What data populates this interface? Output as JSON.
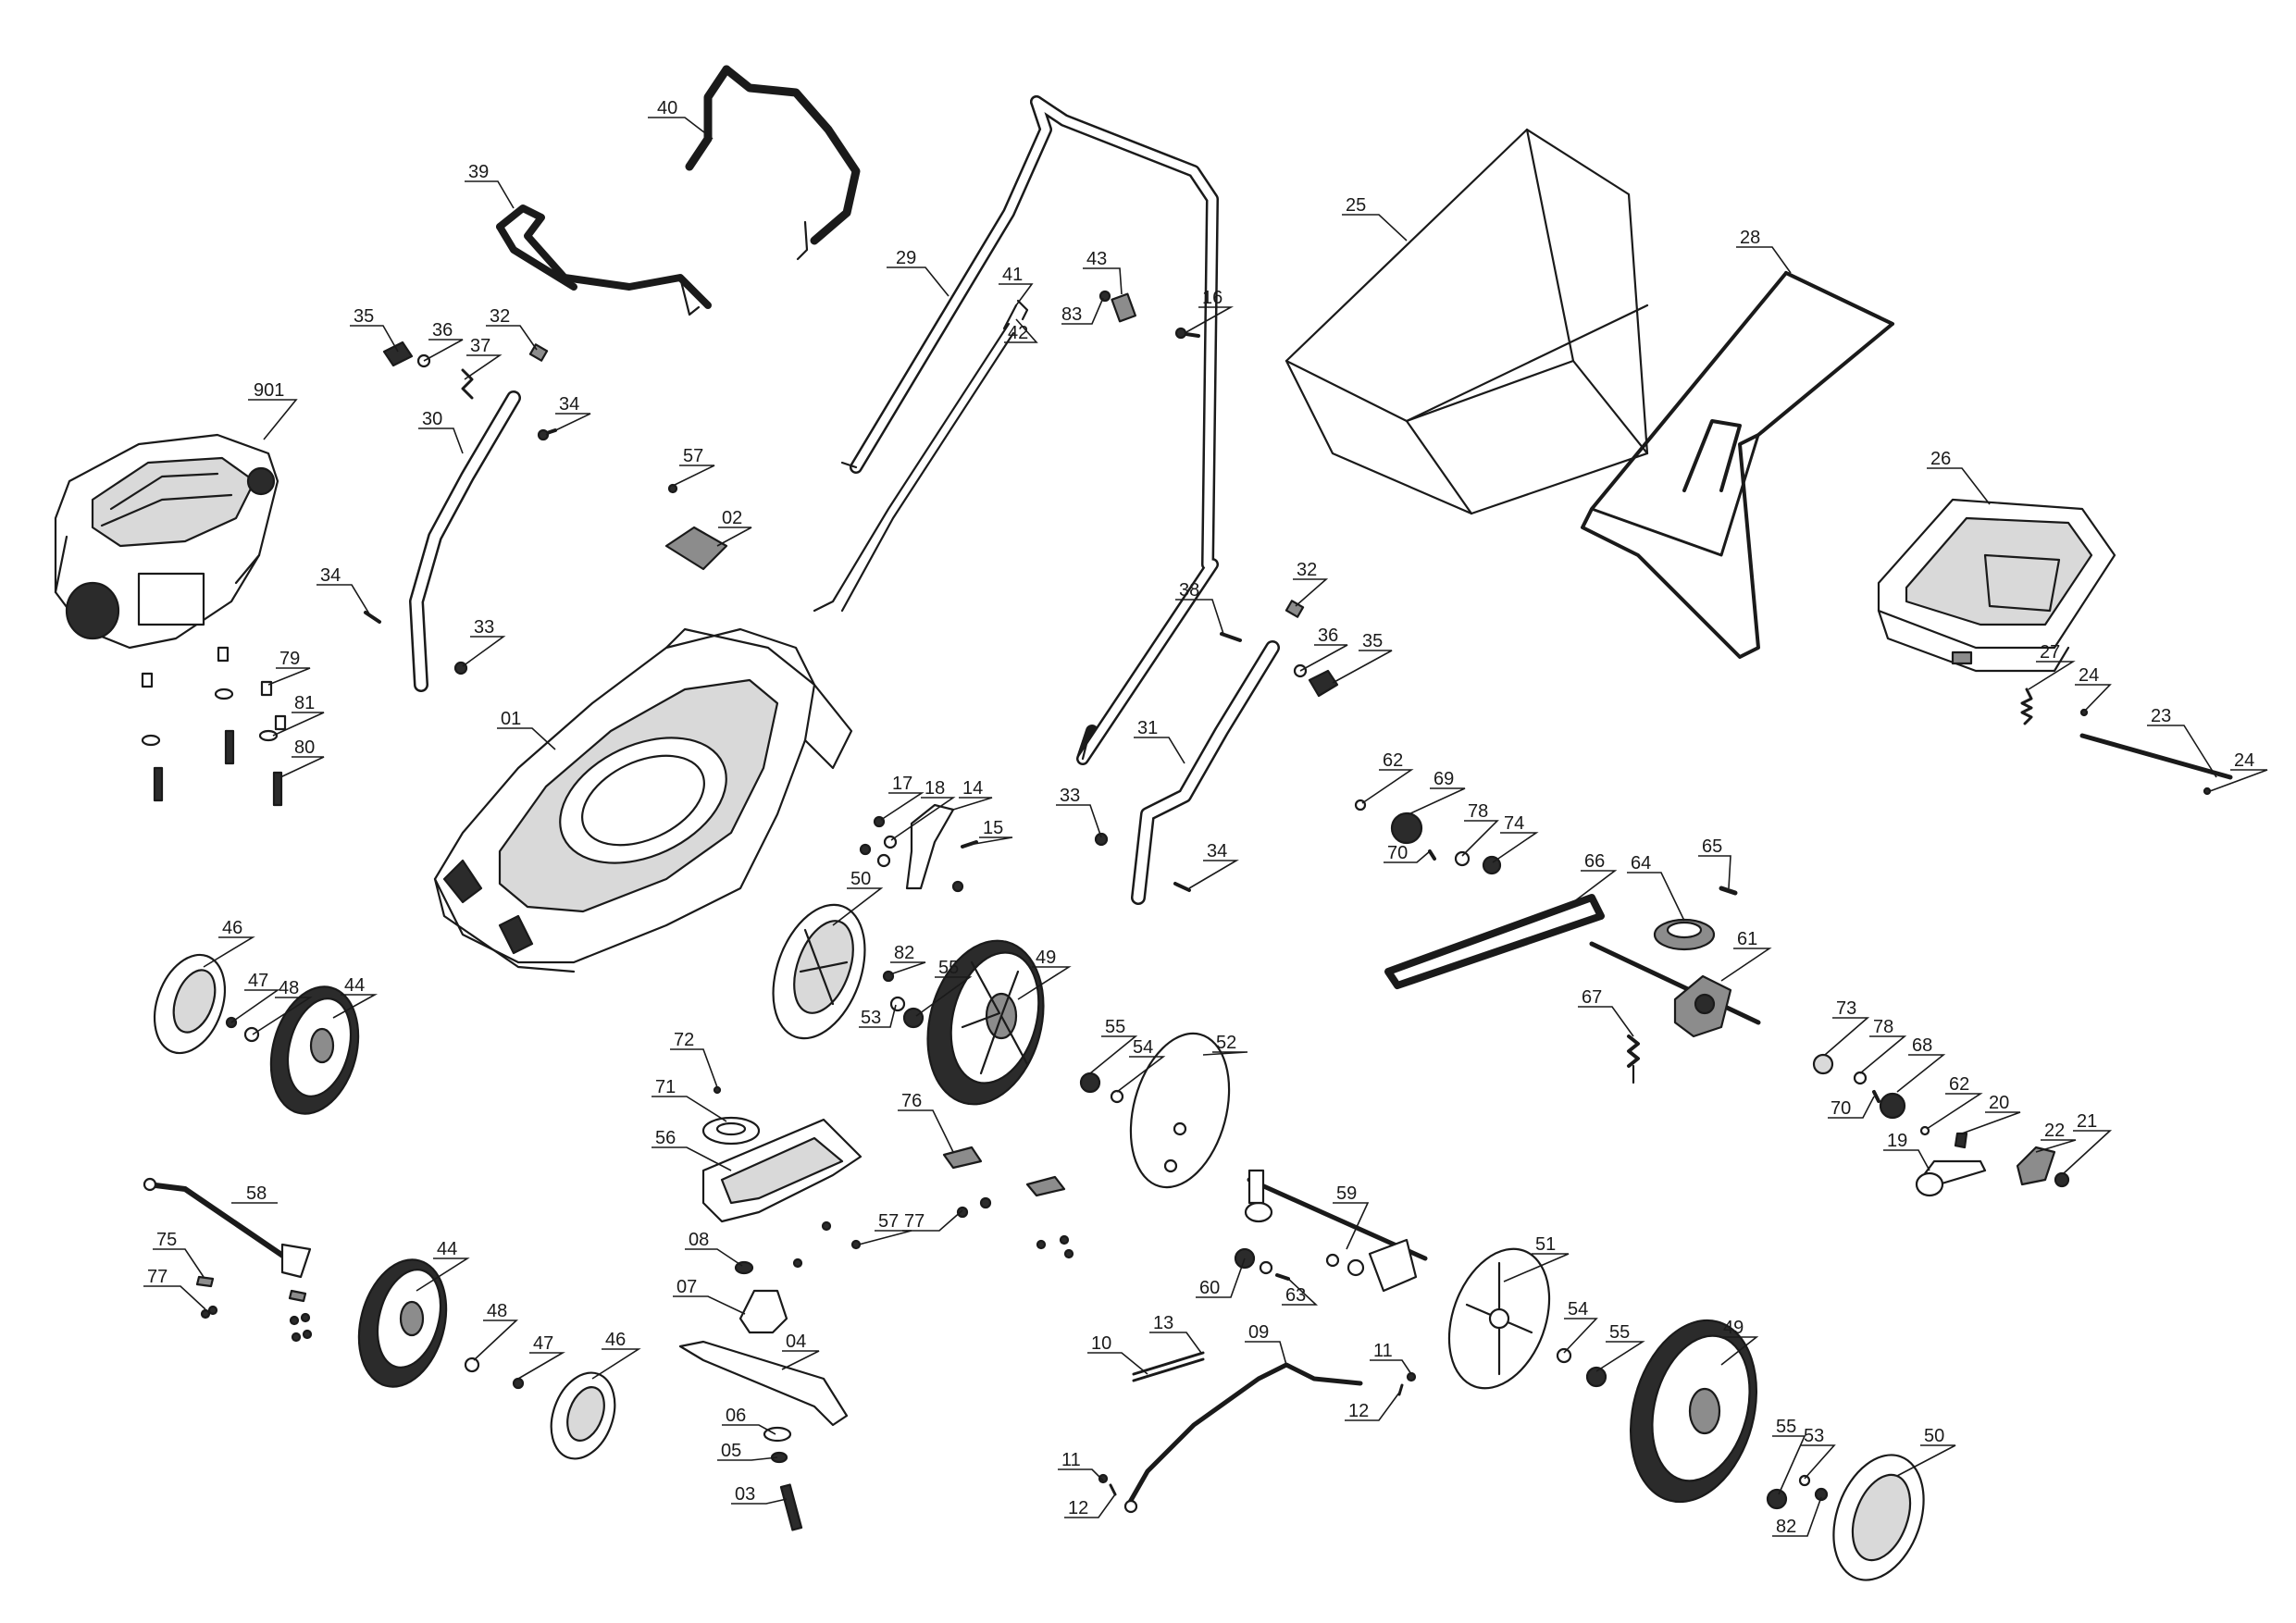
{
  "callouts": [
    {
      "label": "901"
    },
    {
      "label": "40"
    },
    {
      "label": "39"
    },
    {
      "label": "35"
    },
    {
      "label": "36"
    },
    {
      "label": "32"
    },
    {
      "label": "37"
    },
    {
      "label": "34"
    },
    {
      "label": "30"
    },
    {
      "label": "29"
    },
    {
      "label": "41"
    },
    {
      "label": "42"
    },
    {
      "label": "43"
    },
    {
      "label": "83"
    },
    {
      "label": "16"
    },
    {
      "label": "25"
    },
    {
      "label": "28"
    },
    {
      "label": "26"
    },
    {
      "label": "57"
    },
    {
      "label": "02"
    },
    {
      "label": "34"
    },
    {
      "label": "33"
    },
    {
      "label": "79"
    },
    {
      "label": "81"
    },
    {
      "label": "80"
    },
    {
      "label": "01"
    },
    {
      "label": "38"
    },
    {
      "label": "32"
    },
    {
      "label": "36"
    },
    {
      "label": "35"
    },
    {
      "label": "31"
    },
    {
      "label": "33"
    },
    {
      "label": "34"
    },
    {
      "label": "27"
    },
    {
      "label": "24"
    },
    {
      "label": "23"
    },
    {
      "label": "24"
    },
    {
      "label": "17"
    },
    {
      "label": "18"
    },
    {
      "label": "14"
    },
    {
      "label": "15"
    },
    {
      "label": "50"
    },
    {
      "label": "82"
    },
    {
      "label": "53"
    },
    {
      "label": "55"
    },
    {
      "label": "49"
    },
    {
      "label": "62"
    },
    {
      "label": "69"
    },
    {
      "label": "70"
    },
    {
      "label": "78"
    },
    {
      "label": "74"
    },
    {
      "label": "66"
    },
    {
      "label": "64"
    },
    {
      "label": "65"
    },
    {
      "label": "61"
    },
    {
      "label": "46"
    },
    {
      "label": "47"
    },
    {
      "label": "48"
    },
    {
      "label": "44"
    },
    {
      "label": "72"
    },
    {
      "label": "71"
    },
    {
      "label": "56"
    },
    {
      "label": "55"
    },
    {
      "label": "54"
    },
    {
      "label": "52"
    },
    {
      "label": "76"
    },
    {
      "label": "67"
    },
    {
      "label": "73"
    },
    {
      "label": "78"
    },
    {
      "label": "70"
    },
    {
      "label": "68"
    },
    {
      "label": "62"
    },
    {
      "label": "20"
    },
    {
      "label": "19"
    },
    {
      "label": "22"
    },
    {
      "label": "21"
    },
    {
      "label": "58"
    },
    {
      "label": "75"
    },
    {
      "label": "77"
    },
    {
      "label": "77"
    },
    {
      "label": "57"
    },
    {
      "label": "08"
    },
    {
      "label": "59"
    },
    {
      "label": "44"
    },
    {
      "label": "48"
    },
    {
      "label": "47"
    },
    {
      "label": "46"
    },
    {
      "label": "07"
    },
    {
      "label": "04"
    },
    {
      "label": "60"
    },
    {
      "label": "63"
    },
    {
      "label": "13"
    },
    {
      "label": "10"
    },
    {
      "label": "09"
    },
    {
      "label": "11"
    },
    {
      "label": "12"
    },
    {
      "label": "51"
    },
    {
      "label": "54"
    },
    {
      "label": "55"
    },
    {
      "label": "49"
    },
    {
      "label": "06"
    },
    {
      "label": "05"
    },
    {
      "label": "03"
    },
    {
      "label": "11"
    },
    {
      "label": "12"
    },
    {
      "label": "55"
    },
    {
      "label": "53"
    },
    {
      "label": "82"
    },
    {
      "label": "50"
    }
  ]
}
